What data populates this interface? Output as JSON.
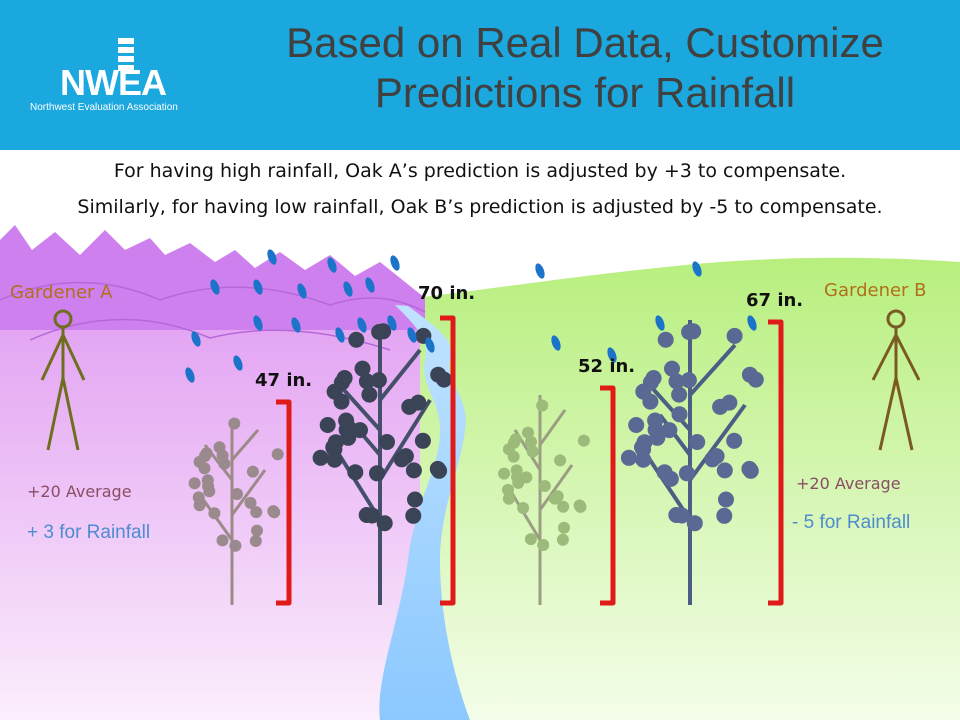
{
  "header": {
    "logo_text": "NWEA",
    "logo_subtext": "Northwest Evaluation Association",
    "title_line1": "Based on Real Data, Customize",
    "title_line2": "Predictions for Rainfall"
  },
  "captions": {
    "line1": "For having high rainfall, Oak A’s prediction is adjusted by +3 to compensate.",
    "line2": "Similarly, for having low rainfall, Oak B’s prediction is adjusted by -5 to compensate."
  },
  "gardener_a": {
    "label": "Gardener A",
    "average": "+20 Average",
    "adjustment": "+ 3 for Rainfall",
    "small_tree_height": "47 in.",
    "big_tree_height": "70 in."
  },
  "gardener_b": {
    "label": "Gardener B",
    "average": "+20 Average",
    "adjustment": "- 5 for Rainfall",
    "small_tree_height": "52 in.",
    "big_tree_height": "67 in."
  },
  "colors": {
    "header": "#1ba8de",
    "title_text": "#404040",
    "rainy_land": "#e9a3f3",
    "mountains": "#cf7bf0",
    "dry_land": "#c9f28f",
    "river": "#9fd3ff",
    "bracket": "#e01919",
    "raindrop": "#1b74c9",
    "adjustment_text": "#4d8ccf"
  }
}
